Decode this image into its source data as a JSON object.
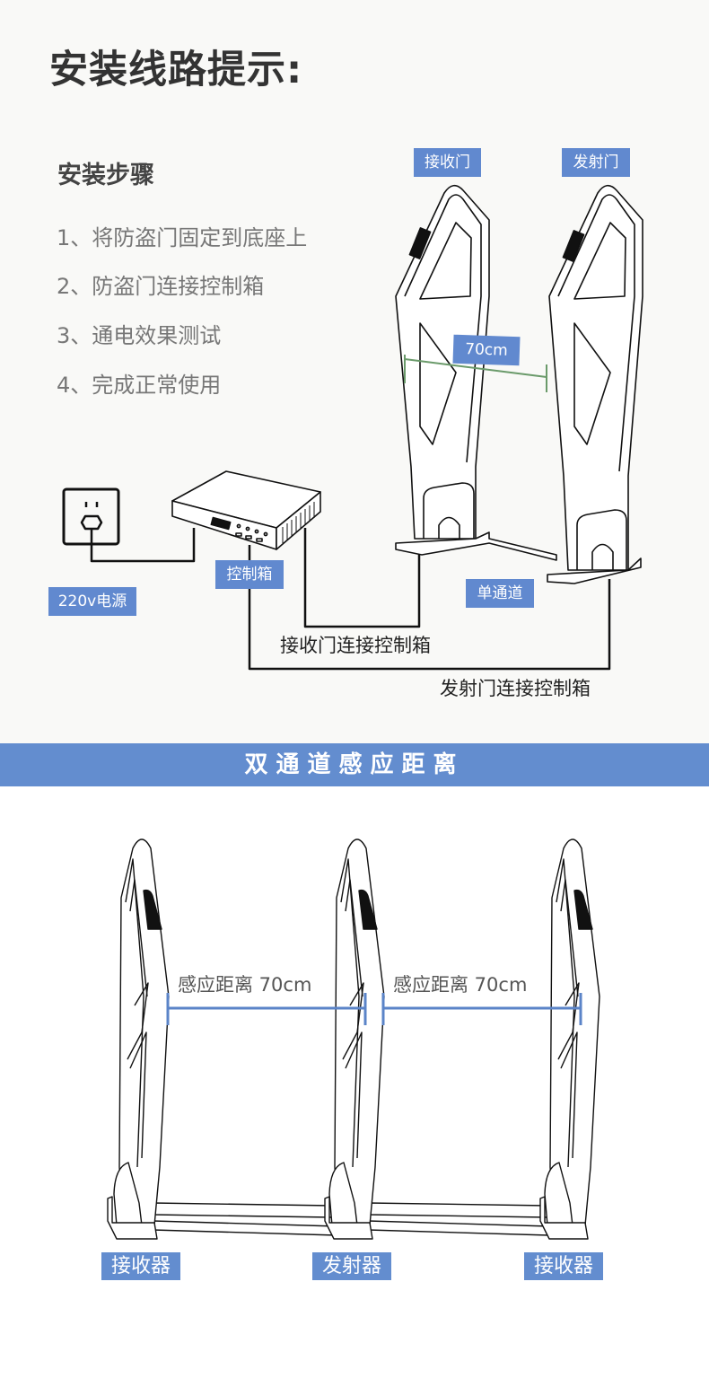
{
  "header": {
    "title": "安装线路提示:"
  },
  "install_steps": {
    "heading": "安装步骤",
    "items": [
      {
        "label": "1、将防盗门固定到底座上"
      },
      {
        "label": "2、防盗门连接控制箱"
      },
      {
        "label": "3、通电效果测试"
      },
      {
        "label": "4、完成正常使用"
      }
    ]
  },
  "single_channel_diagram": {
    "receiver_gate_tag": "接收门",
    "transmitter_gate_tag": "发射门",
    "distance_tag": "70cm",
    "power_tag": "220v电源",
    "control_box_tag": "控制箱",
    "single_channel_tag": "单通道",
    "receiver_wire_label": "接收门连接控制箱",
    "transmitter_wire_label": "发射门连接控制箱",
    "icons": [
      "power-outlet-icon",
      "control-box-icon",
      "security-gate-icon"
    ]
  },
  "section_band": {
    "title": "双通道感应距离"
  },
  "dual_channel_diagram": {
    "distance_labels": [
      "感应距离 70cm",
      "感应距离 70cm"
    ],
    "device_tags": [
      "接收器",
      "发射器",
      "接收器"
    ]
  },
  "colors": {
    "accent_blue": "#638dcf",
    "top_background": "#f9f9f7",
    "measure_green": "#6a9a6a",
    "measure_blue": "#5b84c8",
    "text_dark": "#333333",
    "text_gray": "#777777"
  }
}
